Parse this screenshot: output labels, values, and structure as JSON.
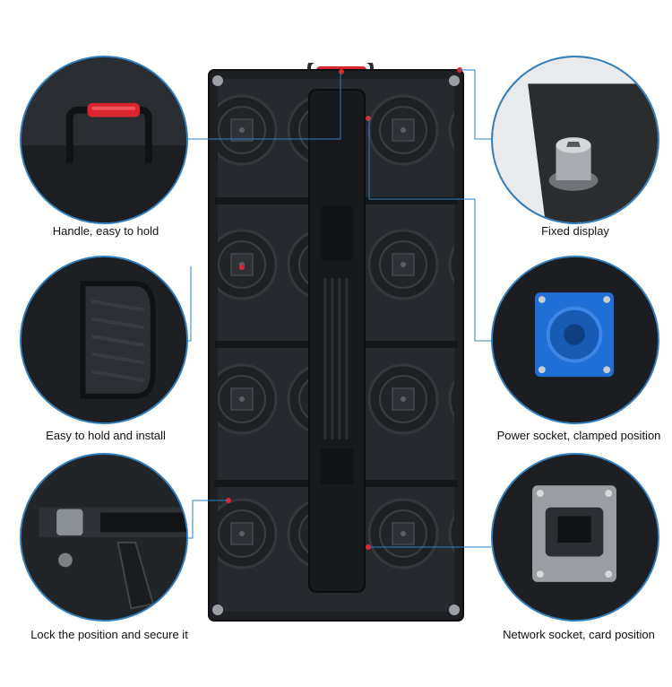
{
  "captions": {
    "handle": "Handle, easy to hold",
    "fixed": "Fixed display",
    "easy_hold": "Easy to hold and install",
    "power": "Power socket, clamped position",
    "lock": "Lock the position and secure it",
    "network": "Network socket, card position"
  },
  "colors": {
    "accent": "#2f7fc1",
    "marker": "#e0262e",
    "handle_grip": "#d9262e",
    "cabinet": "#1d1f22",
    "power_socket": "#1f6fd6"
  },
  "icons": [
    "handle-detail",
    "screw-detail",
    "side-handle-detail",
    "power-socket-detail",
    "lock-latch-detail",
    "network-socket-detail"
  ]
}
